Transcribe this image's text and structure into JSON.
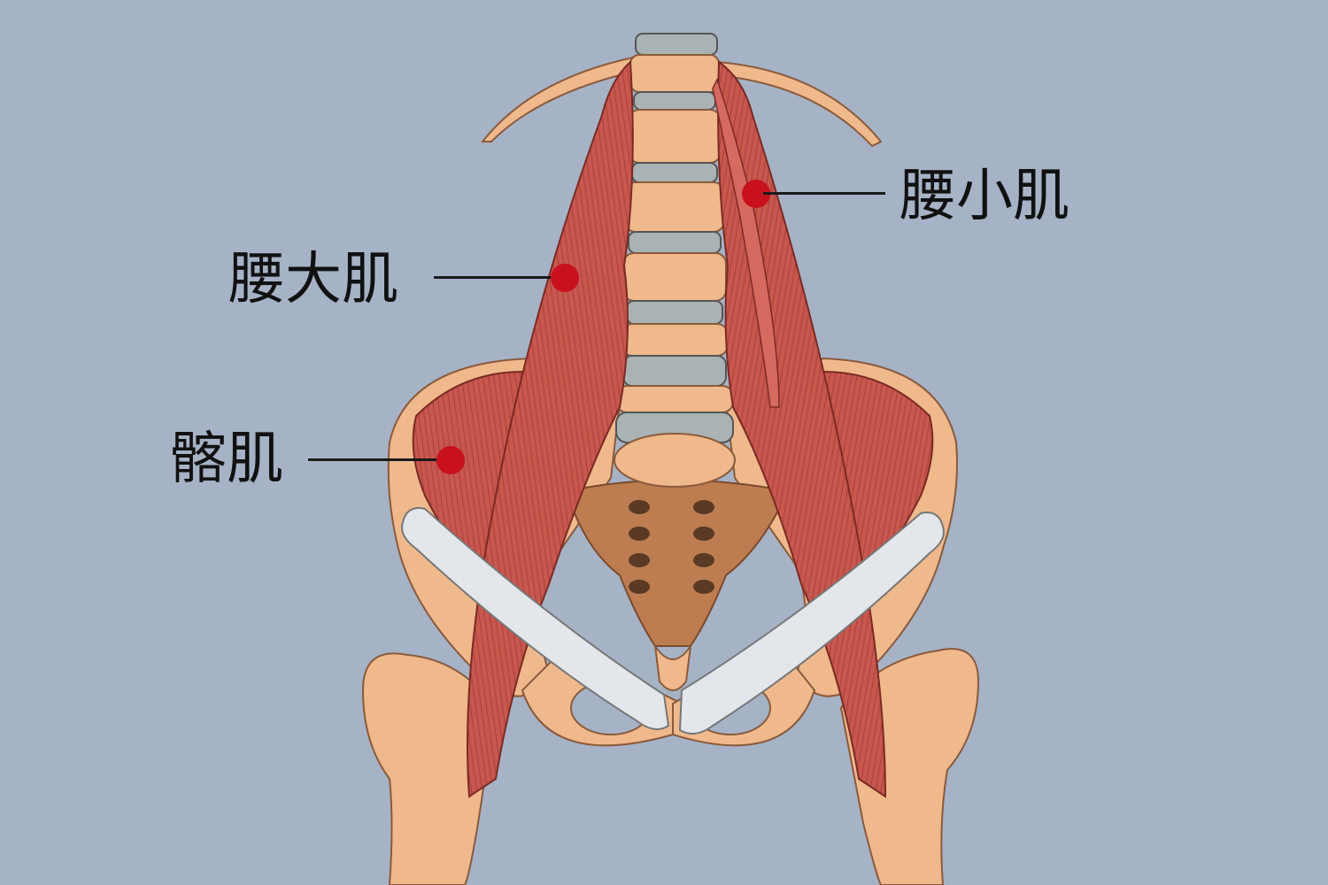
{
  "labels": {
    "psoas_major": "腰大肌",
    "psoas_minor": "腰小肌",
    "iliacus": "髂肌"
  },
  "colors": {
    "background": "#a6b3c6",
    "marker": "#c8101e",
    "leader_line": "#1a1a1a",
    "bone": "#efb98c",
    "muscle": "#c8574e",
    "disc": "#aab3b3",
    "ligament": "#e3e6ea"
  },
  "icons": {
    "marker": "red-dot-marker"
  }
}
